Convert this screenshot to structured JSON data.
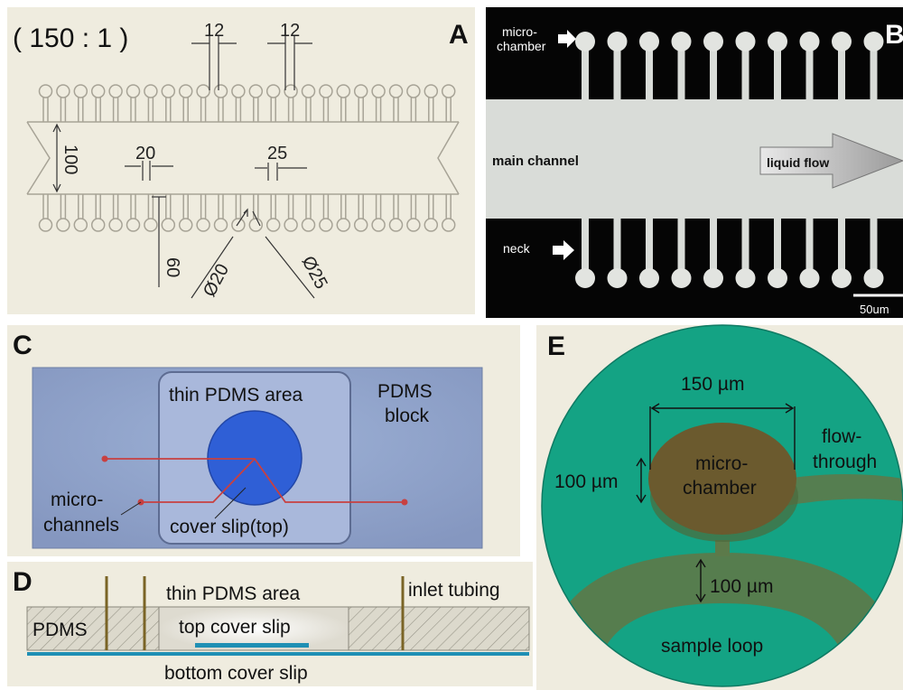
{
  "panel_a": {
    "letter": "A",
    "scale": "( 150 : 1 )",
    "dim_top_left": "12",
    "dim_top_right": "12",
    "dim_height": "100",
    "dim_neck_left": "20",
    "dim_neck_right": "25",
    "dim_spacing": "60",
    "dim_diam_left": "Ø20",
    "dim_diam_right": "Ø25"
  },
  "panel_b": {
    "letter": "B",
    "label_chamber_1": "micro-",
    "label_chamber_2": "chamber",
    "label_main": "main channel",
    "label_flow": "liquid flow",
    "label_neck": "neck",
    "scale_bar": "50um"
  },
  "panel_c": {
    "letter": "C",
    "label_thin": "thin PDMS area",
    "label_block_1": "PDMS",
    "label_block_2": "block",
    "label_micro_1": "micro-",
    "label_micro_2": "channels",
    "label_cover": "cover slip(top)"
  },
  "panel_d": {
    "letter": "D",
    "label_thin": "thin PDMS area",
    "label_inlet": "inlet tubing",
    "label_pdms": "PDMS",
    "label_top": "top cover slip",
    "label_bottom": "bottom cover slip"
  },
  "panel_e": {
    "letter": "E",
    "label_width": "150 µm",
    "label_height": "100 µm",
    "label_gap": "100 µm",
    "label_chamber_1": "micro-",
    "label_chamber_2": "chamber",
    "label_flow_1": "flow-",
    "label_flow_2": "through",
    "label_loop": "sample loop"
  },
  "colors": {
    "panel_bg": "#efecdf",
    "pdms_blue": "#8fa3c9",
    "thin_area": "#a6b6d9",
    "channel_red": "#c84040",
    "cover_blue": "#2f5fd6",
    "green_dark": "#14a384",
    "green_olive": "#5c7a4a",
    "chamber_brown": "#6b5a2e"
  }
}
